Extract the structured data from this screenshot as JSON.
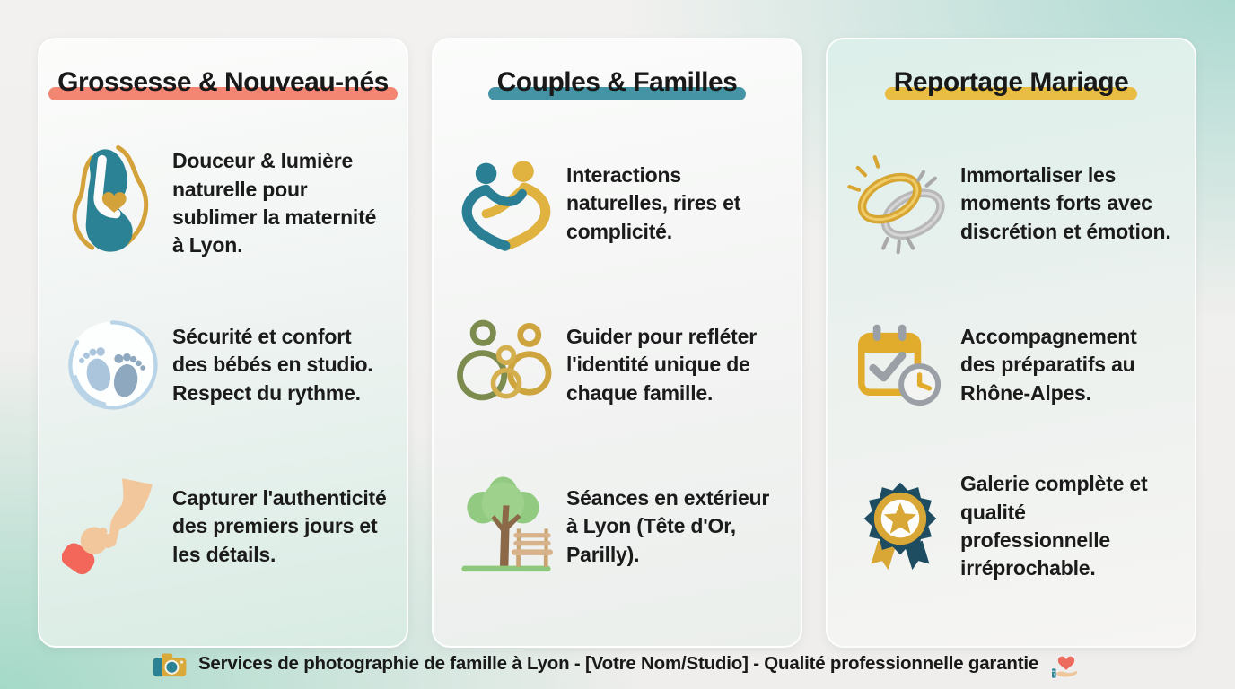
{
  "columns": [
    {
      "title": "Grossesse & Nouveau-nés",
      "accent": "#f2806c",
      "items": [
        {
          "icon": "pregnant-woman-icon",
          "text": "Douceur & lumière naturelle pour sublimer la maternité à Lyon."
        },
        {
          "icon": "baby-footprints-icon",
          "text": "Sécurité et confort des bébés en studio. Respect du rythme."
        },
        {
          "icon": "holding-hands-icon",
          "text": "Capturer l'authenticité des premiers jours et les détails."
        }
      ]
    },
    {
      "title": "Couples & Familles",
      "accent": "#3a8ea0",
      "items": [
        {
          "icon": "couple-heart-icon",
          "text": "Interactions naturelles, rires et complicité."
        },
        {
          "icon": "family-outline-icon",
          "text": "Guider pour refléter l'identité unique de chaque famille."
        },
        {
          "icon": "park-tree-bench-icon",
          "text": "Séances en extérieur à Lyon (Tête d'Or, Parilly)."
        }
      ]
    },
    {
      "title": "Reportage Mariage",
      "accent": "#e9b83a",
      "items": [
        {
          "icon": "wedding-rings-icon",
          "text": "Immortaliser les moments forts avec discrétion et émotion."
        },
        {
          "icon": "calendar-clock-icon",
          "text": "Accompagnement des préparatifs au Rhône-Alpes."
        },
        {
          "icon": "award-badge-icon",
          "text": "Galerie complète et qualité professionnelle irréprochable."
        }
      ]
    }
  ],
  "footer": {
    "left_icon": "camera-icon",
    "text": "Services de photographie de famille à Lyon - [Votre Nom/Studio] - Qualité professionnelle garantie",
    "right_icon": "hand-heart-icon"
  },
  "colors": {
    "teal": "#2b8294",
    "gold": "#d9a93a",
    "coral": "#f2675a",
    "navy": "#1e4d62",
    "background_mint": "#c9e7df"
  }
}
